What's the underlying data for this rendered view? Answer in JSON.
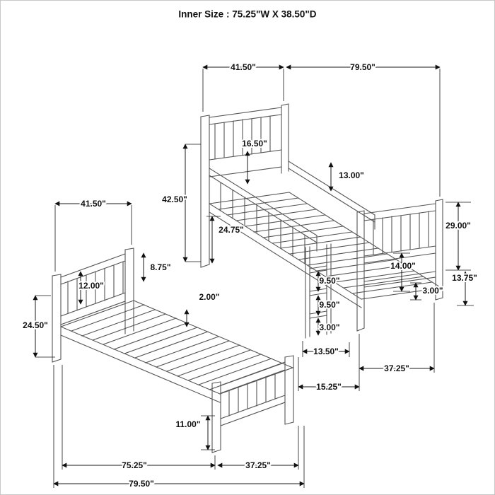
{
  "title": "Inner Size : 75.25\"W X  38.50\"D",
  "dims": {
    "top_width": "41.50\"",
    "top_length": "79.50\"",
    "headboard_height": "16.50\"",
    "guard_height": "13.00\"",
    "left_height": "42.50\"",
    "leg_upper": "24.75\"",
    "footboard_height": "29.00\"",
    "leg_inner": "14.00\"",
    "foot_lower": "13.75\"",
    "rail_right": "3.00\"",
    "ladder_gap1": "9.50\"",
    "ladder_gap2": "9.50\"",
    "ladder_gap3": "3.00\"",
    "ladder_depth": "13.50\"",
    "ladder_base": "15.25\"",
    "width_right": "37.25\"",
    "lower_width": "41.50\"",
    "lower_headboard": "12.00\"",
    "lower_head_top": "8.75\"",
    "slat": "2.00\"",
    "lower_left_height": "24.50\"",
    "lower_leg": "11.00\"",
    "inner_length": "75.25\"",
    "bottom_width": "37.25\"",
    "total_length": "79.50\""
  }
}
